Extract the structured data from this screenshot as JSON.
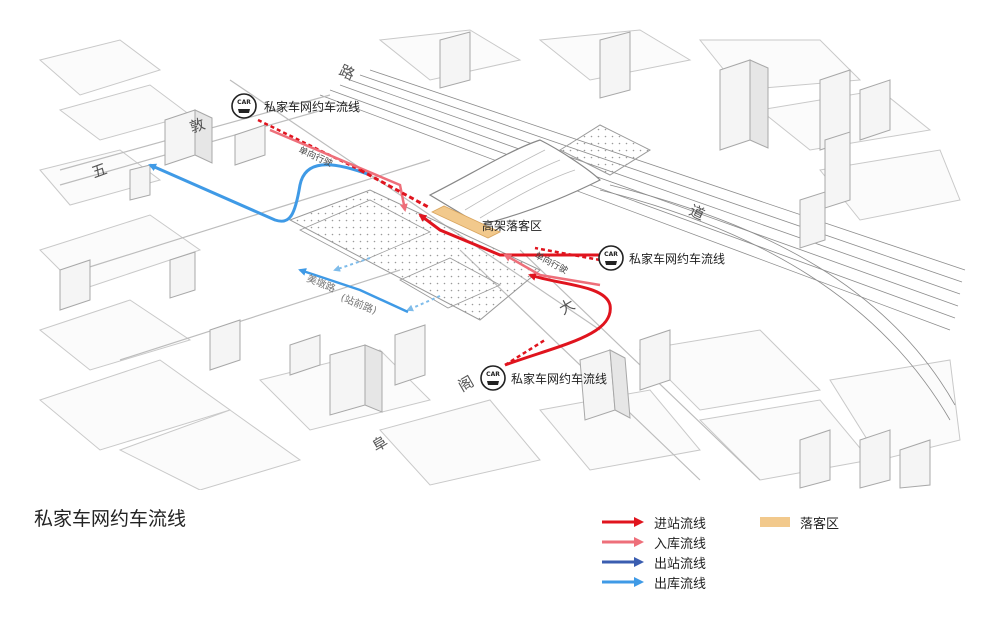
{
  "title": "私家车网约车流线",
  "map": {
    "road_chars": {
      "char_1": "路",
      "char_2": "敦",
      "char_3": "五",
      "char_4": "道",
      "char_5": "大",
      "char_6": "阁",
      "char_7": "阜"
    },
    "labels": {
      "car_label_top": "私家车网约车流线",
      "car_label_right": "私家车网约车流线",
      "car_label_bottom": "私家车网约车流线",
      "elevated_area": "高架落客区",
      "one_way_1": "单向行驶",
      "one_way_2": "单向行驶",
      "road_name_1": "美墩路",
      "road_name_2": "(站前路)"
    },
    "car_icon_text": "CAR"
  },
  "legend": {
    "items": [
      {
        "label": "进站流线",
        "color": "#e0141e"
      },
      {
        "label": "入库流线",
        "color": "#ee6f7a"
      },
      {
        "label": "出站流线",
        "color": "#3a5db0"
      },
      {
        "label": "出库流线",
        "color": "#3f9ae6"
      },
      {
        "label": "落客区",
        "color": "#f2c98c"
      }
    ]
  }
}
